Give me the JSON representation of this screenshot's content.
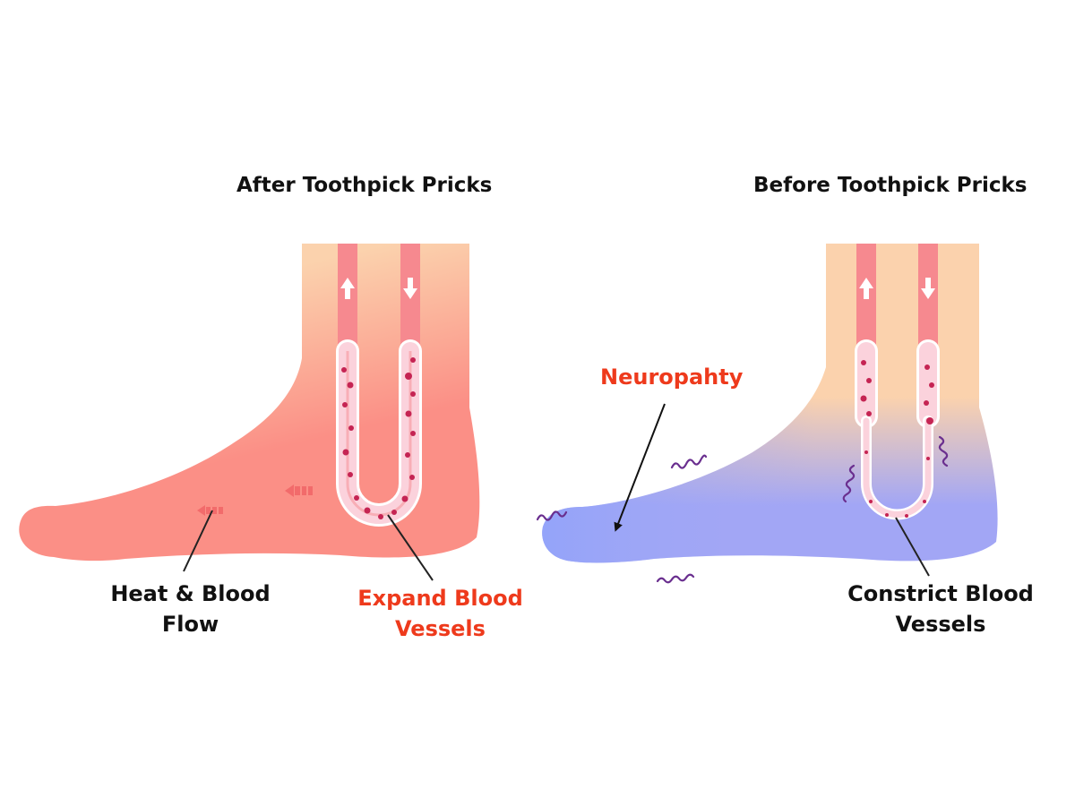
{
  "panels": {
    "after": {
      "title": "After Toothpick Pricks",
      "heat_label_line1": "Heat & Blood",
      "heat_label_line2": "Flow",
      "expand_label_line1": "Expand Blood",
      "expand_label_line2": "Vessels"
    },
    "before": {
      "title": "Before Toothpick Pricks",
      "neuropathy_label": "Neuropahty",
      "constrict_label_line1": "Constrict Blood",
      "constrict_label_line2": "Vessels"
    }
  },
  "colors": {
    "skin": "#fbd2ad",
    "warm": "#fb8585",
    "cold": "#94a4fa",
    "vessel": "#f6898f",
    "vessel_lumen": "#fbd2dc",
    "blood_cell": "#c52453",
    "accent_red": "#ee3a1c",
    "tingle": "#6a2f8f"
  }
}
